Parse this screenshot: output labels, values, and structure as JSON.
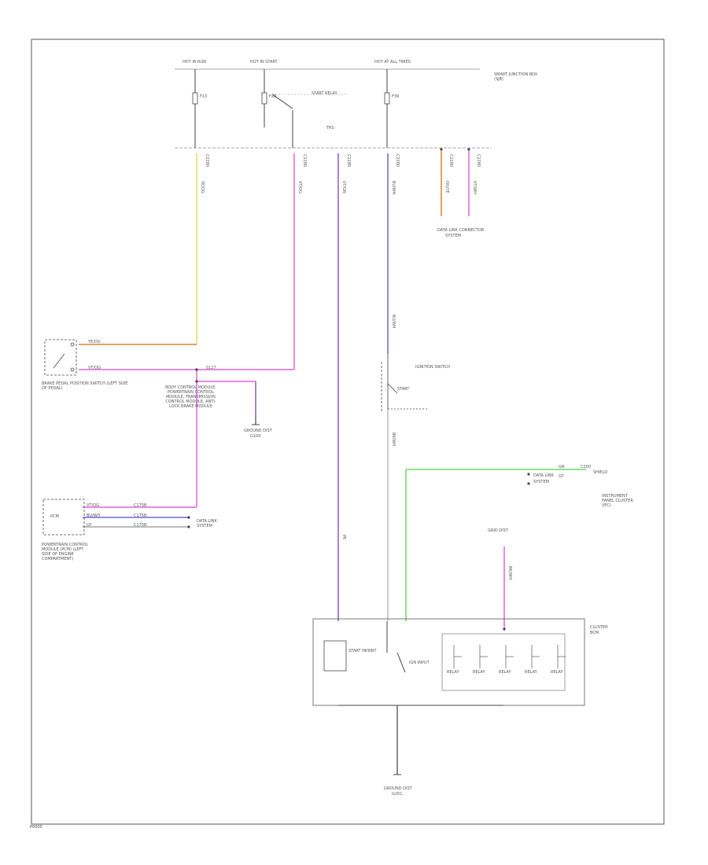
{
  "colors": {
    "frame": "#555555",
    "wire_black": "#444444",
    "wire_yellow": "#e9e97a",
    "wire_pink": "#e88ae6",
    "wire_violet": "#a987c9",
    "wire_blue": "#8f8fe6",
    "wire_orange": "#e8a060",
    "wire_green": "#8ee08e",
    "wire_grey": "#cccccc"
  },
  "labels": {
    "fuse1_title": "HOT IN RUN",
    "fuse2_title": "HOT IN START",
    "fuse3_title": "HOT AT ALL TIMES",
    "smart_junction": "SMART JUNCTION BOX (SJB)",
    "fuse1_id": "F13",
    "fuse2_id": "F28",
    "fuse3_id": "F39",
    "fuse2_rel": "START RELAY",
    "relay_label": "TRS",
    "pin1": "C2280",
    "pin2": "C2280",
    "pin3": "C2280",
    "pin4": "C2280",
    "pin5": "C2280",
    "pin6": "C2280",
    "wire1": "YE/OG",
    "wire2": "VT/OG",
    "wire3": "VT/GN",
    "wire4": "BU/WH",
    "wire5": "OG/YE",
    "wire6": "VT/WH",
    "data_links": "DATA LINK CONNECTOR",
    "data_links2": "SYSTEM",
    "brake_switch": "BRAKE PEDAL POSITION SWITCH (LEFT SIDE OF PEDAL)",
    "brake_w1": "YE/OG",
    "brake_w2": "VT/OG",
    "splice": "S127",
    "module_note": "BODY CONTROL MODULE, POWERTRAIN CONTROL MODULE, TRANSMISSION CONTROL MODULE, ANTI-LOCK BRAKE MODULE",
    "ground1": "GROUND DIST",
    "ground1b": "G100",
    "ignition_switch": "IGNITION SWITCH",
    "ign_w1": "BU/WH",
    "ign_w2": "BK/WH",
    "ign_start": "START",
    "pcm_pins": "PCM",
    "pcm_w1": "VT/OG",
    "pcm_w2": "BU/WH",
    "pcm_w3": "GY",
    "pcm_pin1": "C175B",
    "pcm_pin2": "C175B",
    "pcm_pin3": "C175B",
    "pcm_desc": "POWERTRAIN CONTROL MODULE (PCM) (LEFT SIDE OF ENGINE COMPARTMENT)",
    "pcm_note": "DATA LINK SYSTEM",
    "ihn_w": "GN",
    "ihn_sw": "GY",
    "ihn_pin": "C200",
    "ihn_shield": "SHIELD",
    "ihn_desc": "INSTRUMENT PANEL CLUSTER (IPC)",
    "data_link3": "DATA LINK",
    "data_link3b": "SYSTEM",
    "grid_label": "GRID DIST",
    "grid_w": "BK/WH",
    "pk_w": "PK",
    "cluster_title": "CLUSTER",
    "cluster_sub": "BCM",
    "relay_a": "RELAY",
    "relay_b": "RELAY",
    "relay_c": "RELAY",
    "relay_d": "RELAY",
    "relay_e": "RELAY",
    "ign_input": "IGN INPUT",
    "ctrl_box": "START INHIBIT",
    "ground_bot": "G201",
    "ground_bot2": "GROUND DIST",
    "footer": "P0000"
  }
}
